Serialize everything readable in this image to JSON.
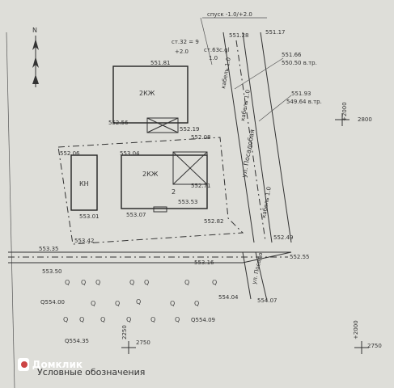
{
  "labels": {
    "slope": "спуск -1.0/+2.0",
    "st32": "ст.32 = 9",
    "st32b": "+2.0",
    "st63": "ст.63с.gl",
    "st63b": "1.0",
    "h551_28": "551.28",
    "h551_17": "551.17",
    "h551_66": "551.66",
    "h550_50": "550.50  в.тр.",
    "h551_93": "551.93",
    "h549_64": "549.64  в.тр.",
    "h551_81": "551.81",
    "h552_56": "552.56",
    "h552_19": "552.19",
    "h552_08": "552.08",
    "h552_06": "552.06",
    "h553_04": "553.04",
    "h552_71": "552.71",
    "h553_01": "553.01",
    "h553_07": "553.07",
    "h553_53": "553.53",
    "h552_82": "552.82",
    "h553_42": "553.42",
    "h552_49": "552.49",
    "h553_35": "553.35",
    "h552_55": "552.55",
    "h553_16": "553.16",
    "h553_50": "553.50",
    "h554_00": "Q554.00",
    "h554_04": "554.04",
    "h554_07": "554.07",
    "h554_09": "Q554.09",
    "h554_35": "Q554.35",
    "house1": "2КЖ",
    "house2": "2КЖ",
    "kn": "КН",
    "two": "2",
    "street1": "ул. Посадобая",
    "street2": "ул. Посадо",
    "c2000a": "+2000",
    "c2800": "2800",
    "c2250": "2250",
    "c2750a": "2750",
    "c2000b": "+2000",
    "c2750b": "2750",
    "legend": "Условные обозначения",
    "brand": "Домклик",
    "vert1": "кабель 1.0",
    "vert2": "кабель 1.0",
    "vert3": "кабель 1.0"
  }
}
